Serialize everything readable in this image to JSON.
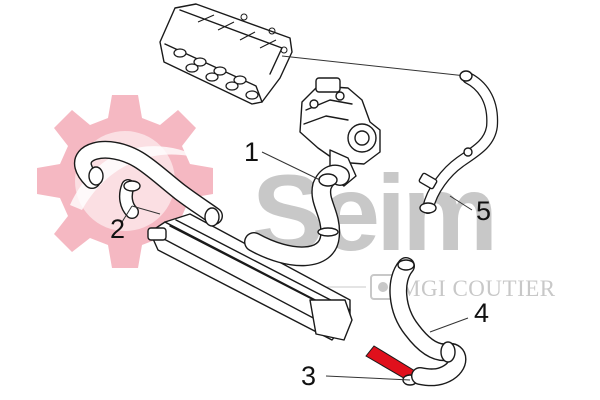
{
  "colors": {
    "background": "#ffffff",
    "watermark_gear": "#f5b8c2",
    "watermark_text": "#c8c8c8",
    "highlight_part": "#e0101c",
    "line_art": "#1a1a1a"
  },
  "watermark": {
    "brand_name": "Seim",
    "sub_brand": "MGI COUTIER",
    "logo_icon": "gear-icon"
  },
  "callouts": [
    {
      "number": "1",
      "part": "hose-1"
    },
    {
      "number": "2",
      "part": "hose-2"
    },
    {
      "number": "3",
      "part": "hose-3"
    },
    {
      "number": "4",
      "part": "hose-4"
    },
    {
      "number": "5",
      "part": "hose-5"
    }
  ],
  "highlighted_part": "3"
}
